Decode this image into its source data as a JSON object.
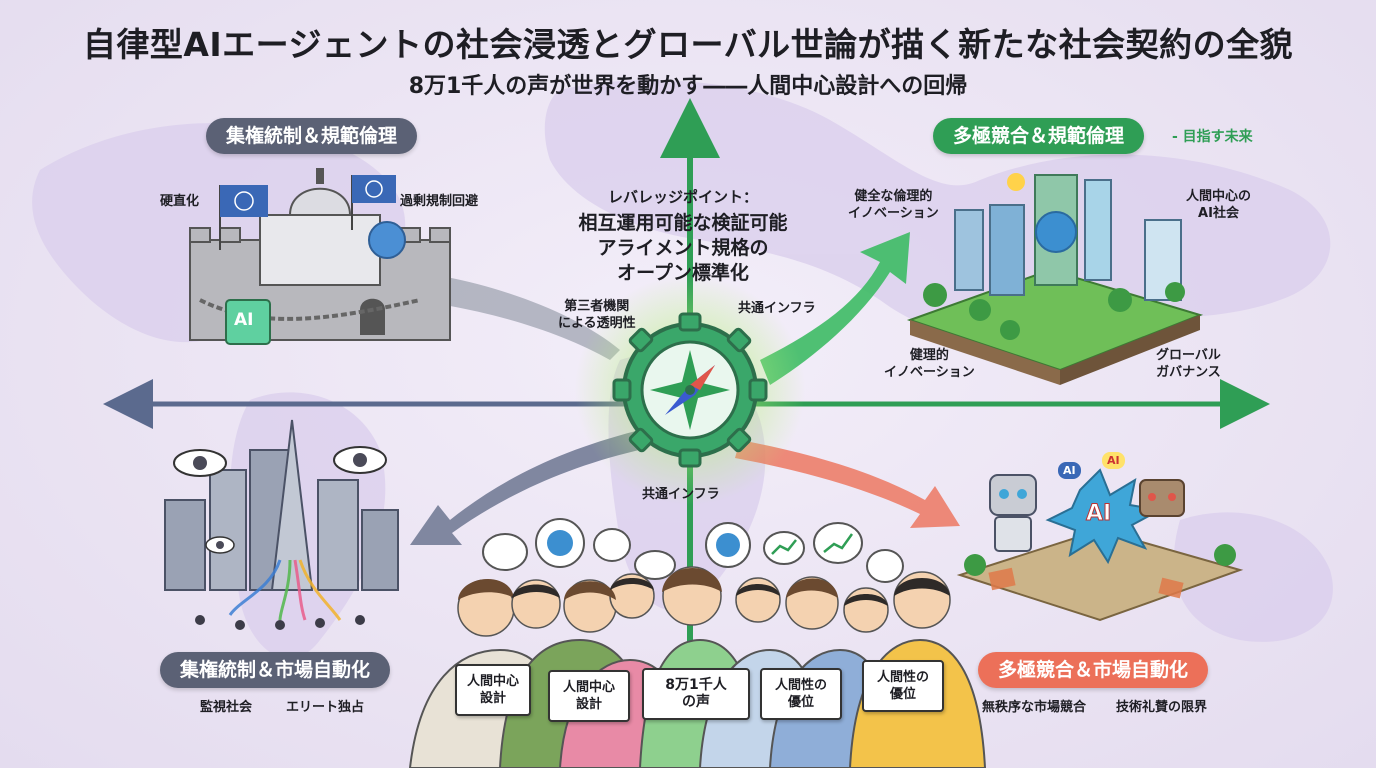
{
  "title": "自律型AIエージェントの社会浸透とグローバル世論が描く新たな社会契約の全貌",
  "subtitle": "8万1千人の声が世界を動かす――人間中心設計への回帰",
  "quadrants": {
    "top_left": {
      "label": "集権統制＆規範倫理",
      "notes": [
        "硬直化",
        "過剰規制回避"
      ]
    },
    "top_right": {
      "label": "多極競合＆規範倫理",
      "tag": "- 目指す未来",
      "notes": [
        "健全な倫理的\nイノベーション",
        "人間中心の\nAI社会",
        "健理的\nイノベーション",
        "グローバル\nガバナンス"
      ]
    },
    "bottom_left": {
      "label": "集権統制＆市場自動化",
      "notes": [
        "監視社会",
        "エリート独占"
      ]
    },
    "bottom_right": {
      "label": "多極競合＆市場自動化",
      "notes": [
        "無秩序な市場競合",
        "技術礼賛の限界"
      ]
    }
  },
  "center": {
    "heading": "レバレッジポイント：",
    "body": "相互運用可能な検証可能\nアライメント規格の\nオープン標準化",
    "labels": [
      "第三者機関\nによる透明性",
      "共通インフラ",
      "共通インフラ"
    ]
  },
  "ai_badge": "AI",
  "ai_burst": "AI",
  "robot_badges": [
    "AI",
    "AI"
  ],
  "signs": [
    "人間中心\n設計",
    "人間中心\n設計",
    "8万1千人\nの声",
    "人間性の\n優位",
    "人間性の\n優位"
  ],
  "colors": {
    "gray": "#5b6175",
    "green": "#2f9e55",
    "coral": "#ec7059",
    "dark": "#1e1e24"
  }
}
